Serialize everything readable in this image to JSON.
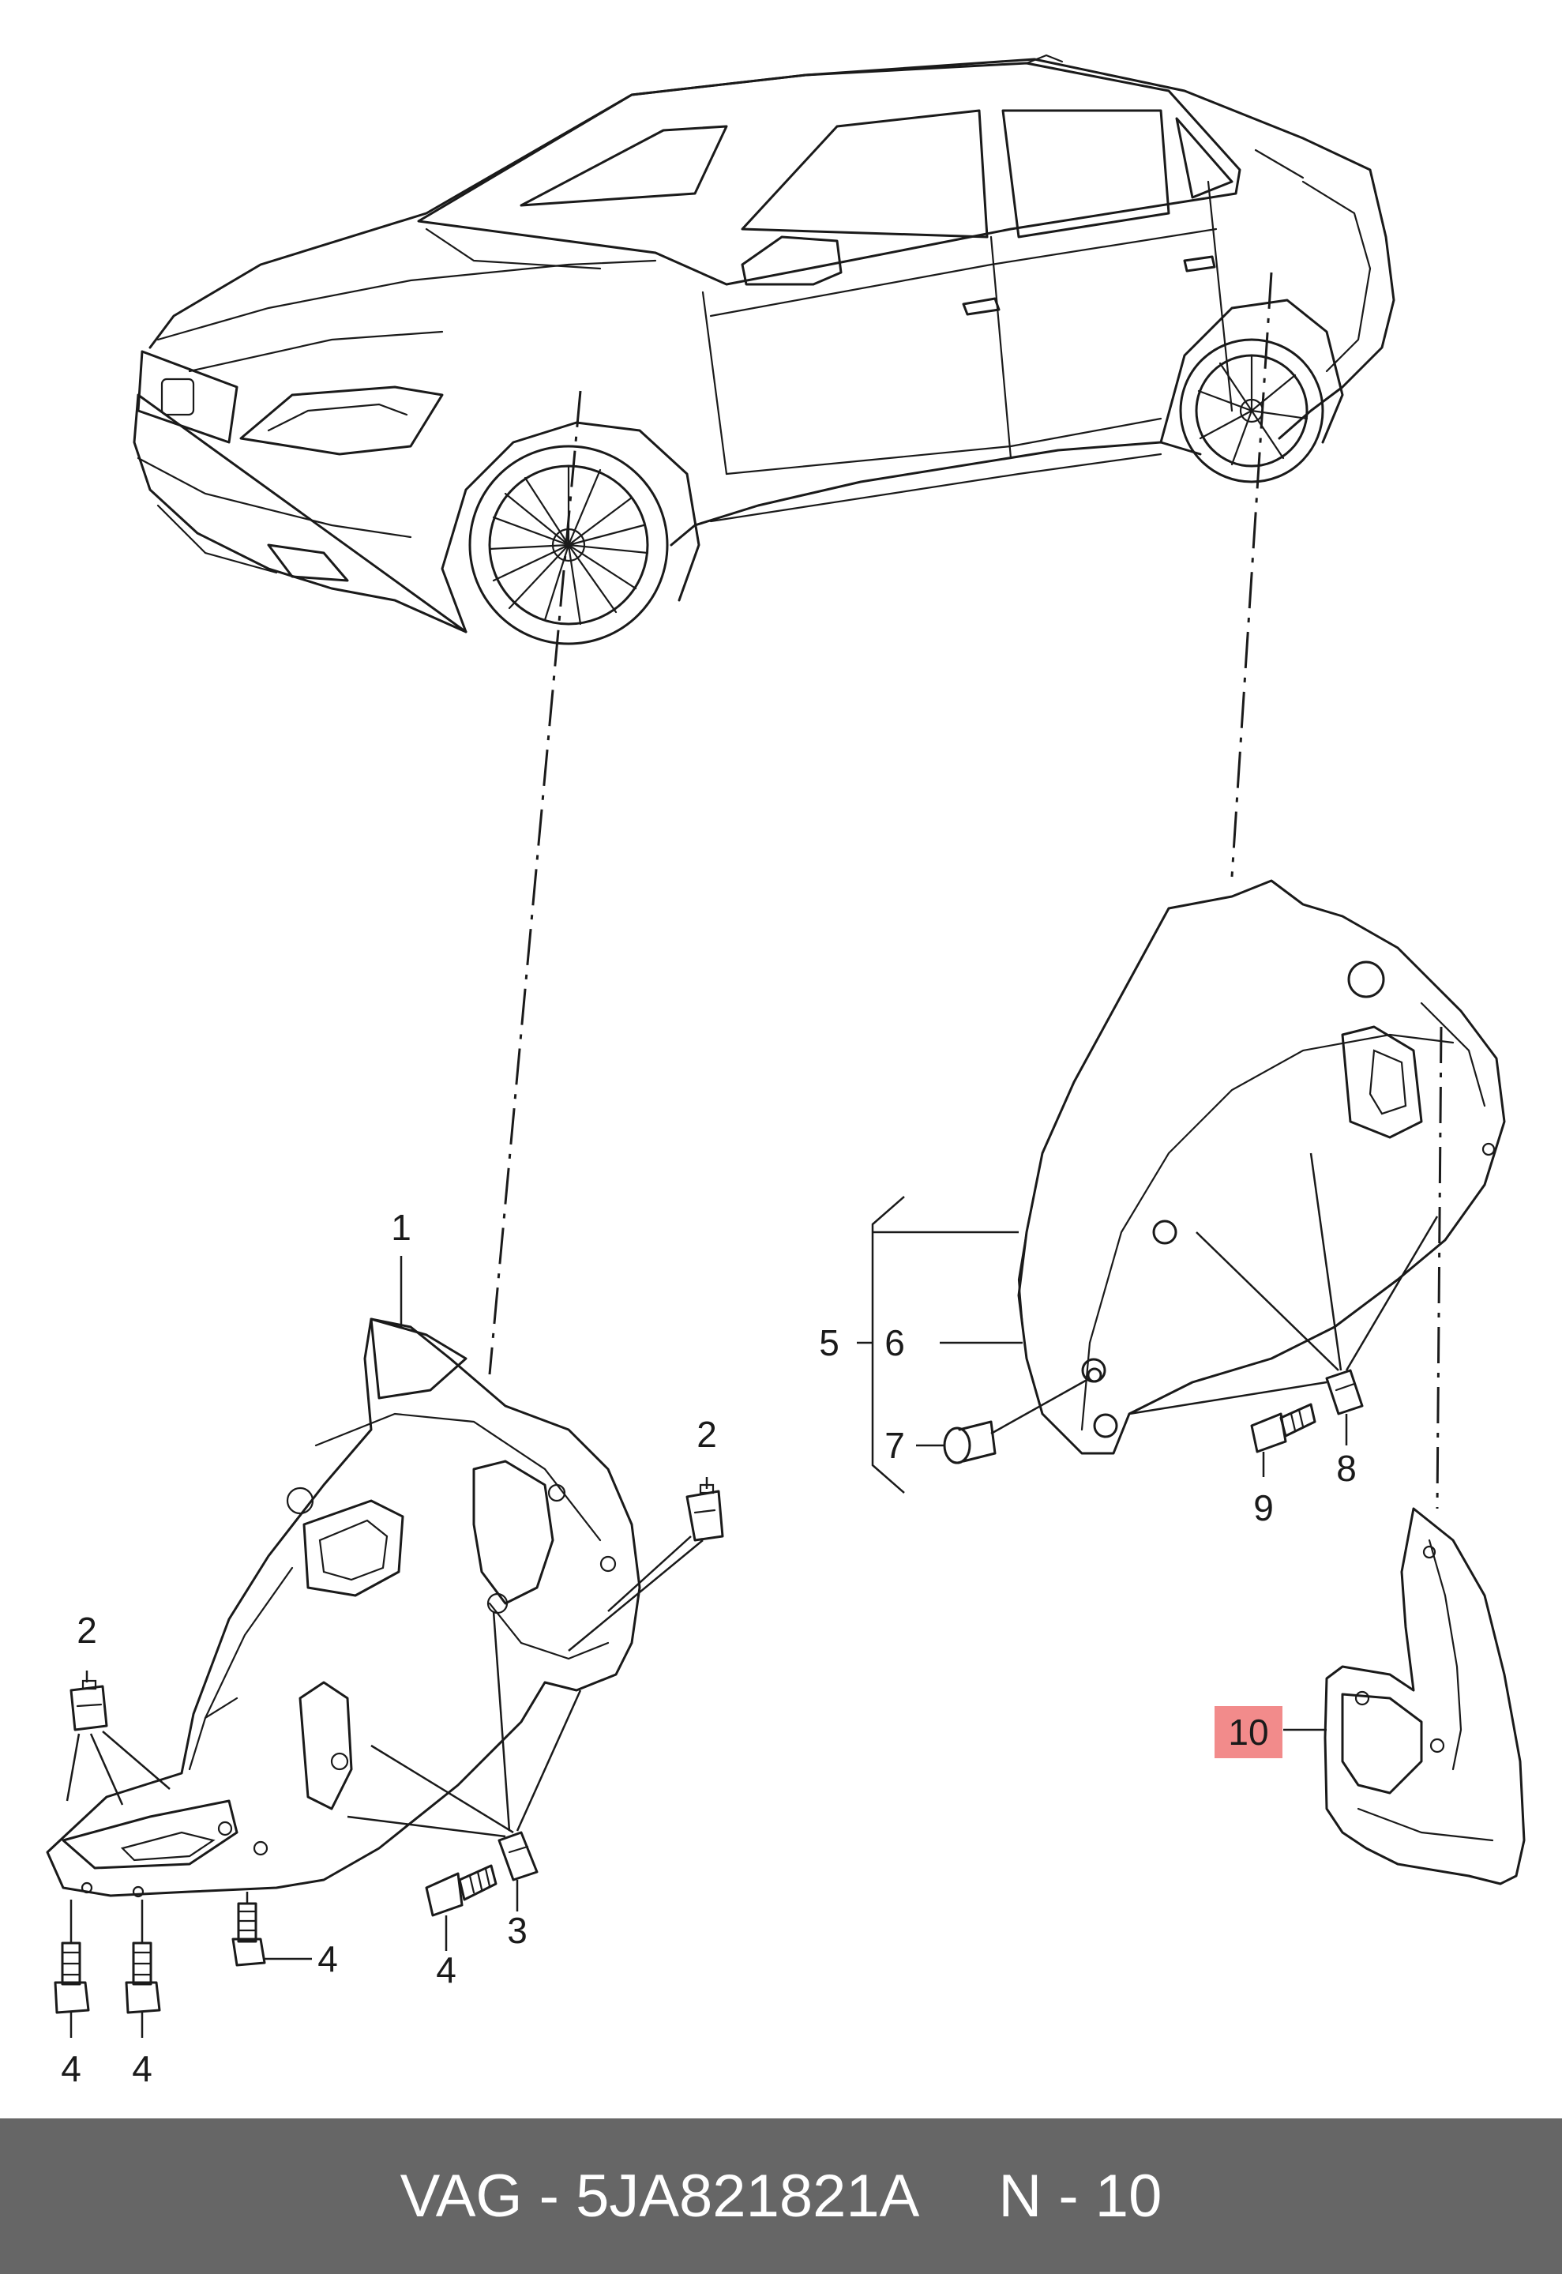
{
  "diagram": {
    "callouts": {
      "c1": "1",
      "c2a": "2",
      "c2b": "2",
      "c3": "3",
      "c4a": "4",
      "c4b": "4",
      "c4c": "4",
      "c4d": "4",
      "c5": "5",
      "c6": "6",
      "c7": "7",
      "c8": "8",
      "c9": "9",
      "c10": "10"
    },
    "highlighted_callout": "10",
    "highlight_color": "#f28b8b"
  },
  "footer": {
    "brand": "VAG",
    "separator": "-",
    "part_number": "5JA821821A",
    "ref_prefix": "N",
    "ref_separator": "-",
    "ref_number": "10"
  }
}
